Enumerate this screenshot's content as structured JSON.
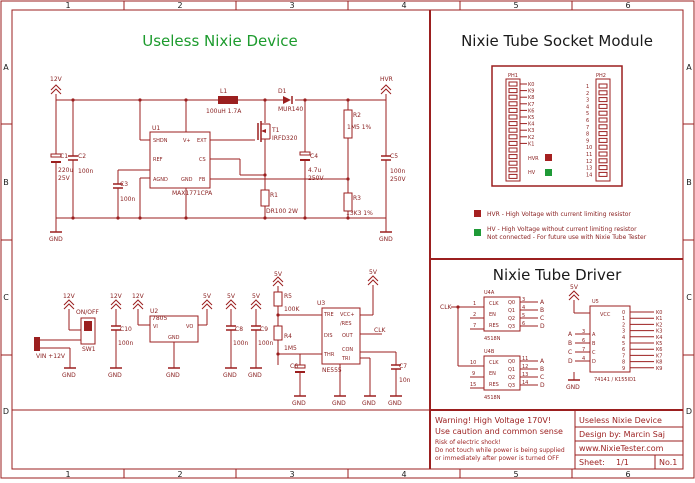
{
  "titles": {
    "main": "Useless Nixie Device",
    "socket": "Nixie Tube Socket Module",
    "driver": "Nixie Tube Driver"
  },
  "frame": {
    "cols": [
      "1",
      "2",
      "3",
      "4",
      "5",
      "6"
    ],
    "rows": [
      "A",
      "B",
      "C",
      "D"
    ]
  },
  "power": {
    "rail_12v": "12V",
    "rail_hvr": "HVR",
    "rail_5v": "5V",
    "gnd": "GND"
  },
  "boost": {
    "l1": "L1",
    "l1_val": "100uH 1.7A",
    "d1": "D1",
    "d1_val": "MUR140",
    "t1": "T1",
    "t1_val": "IRFD320",
    "u1": "U1",
    "u1_part": "MAX1771CPA",
    "u1_pins": [
      "SHDN",
      "REF",
      "AGND",
      "EXT",
      "CS",
      "FB",
      "V+",
      "GND"
    ],
    "c1": "C1",
    "c1_val1": "220u",
    "c1_val2": "25V",
    "c2": "C2",
    "c2_val": "100n",
    "c3": "C3",
    "c3_val": "100n",
    "c4": "C4",
    "c4_val1": "4.7u",
    "c4_val2": "250V",
    "c5": "C5",
    "c5_val1": "100n",
    "c5_val2": "250V",
    "r1": "R1",
    "r1_val": "DR100 2W",
    "r2": "R2",
    "r2_val": "1M5 1%",
    "r3": "R3",
    "r3_val": "13K3 1%"
  },
  "lower": {
    "switch_label": "ON/OFF",
    "sw1": "SW1",
    "vin": "VIN +12V",
    "c10": "C10",
    "c10_val": "100n",
    "u2": "U2",
    "u2_part": "7805",
    "u2_vi": "VI",
    "u2_vo": "VO",
    "u2_gnd": "GND",
    "c8": "C8",
    "c8_val": "100n",
    "c9": "C9",
    "c9_val": "100n",
    "r5": "R5",
    "r5_val": "100K",
    "r4": "R4",
    "r4_val": "1M5",
    "c6": "C6",
    "u3": "U3",
    "u3_part": "NE555",
    "u3_pins": [
      "TRE",
      "VCC+",
      "/RES",
      "DIS",
      "OUT",
      "THR",
      "CON",
      "TRI"
    ],
    "clk": "CLK",
    "c7": "C7",
    "c7_val": "10n"
  },
  "socket": {
    "ph1": "PH1",
    "ph2": "PH2",
    "pins_left": [
      "K0",
      "K9",
      "K8",
      "K7",
      "K6",
      "K5",
      "K4",
      "K3",
      "K2",
      "K1",
      "",
      "HVR",
      "",
      "HV",
      ""
    ],
    "pins_right": [
      "1",
      "2",
      "3",
      "4",
      "5",
      "6",
      "7",
      "8",
      "9",
      "10",
      "11",
      "12",
      "13",
      "14"
    ],
    "legend_hvr": "HVR - High Voltage with current limiting resistor",
    "legend_hv1": "HV - High Voltage without current limiting resistor",
    "legend_hv2": "Not connected - For future use with Nixie Tube Tester"
  },
  "driver": {
    "clk": "CLK",
    "u4a": "U4A",
    "u4b": "U4B",
    "part_4518": "4518N",
    "u4a_left": [
      "CLK",
      "EN",
      "RES"
    ],
    "u4a_left_nums": [
      "1",
      "2",
      "7"
    ],
    "u4b_left_nums": [
      "10",
      "9",
      "15"
    ],
    "u4_right": [
      "Q0",
      "Q1",
      "Q2",
      "Q3"
    ],
    "u4a_right_nums": [
      "3",
      "4",
      "5",
      "6"
    ],
    "u4b_right_nums": [
      "11",
      "12",
      "13",
      "14"
    ],
    "abcd": [
      "A",
      "B",
      "C",
      "D"
    ],
    "u5": "U5",
    "u5_part": "74141 / K155ID1",
    "u5_vcc": "VCC",
    "u5_in_pins": [
      "A",
      "B",
      "C",
      "D"
    ],
    "u5_in_nums": [
      "3",
      "6",
      "7",
      "4"
    ],
    "u5_out_nums": [
      "0",
      "1",
      "2",
      "3",
      "4",
      "5",
      "6",
      "7",
      "8",
      "9"
    ],
    "k_labels": [
      "K0",
      "K1",
      "K2",
      "K3",
      "K4",
      "K5",
      "K6",
      "K7",
      "K8",
      "K9"
    ],
    "vcc_5v": "5V"
  },
  "warning": {
    "l1": "Warning! High Voltage 170V!",
    "l2": "Use caution and common sense",
    "l3": "Risk of electric shock!",
    "l4": "Do not touch while power is being supplied",
    "l5": "or immediately after power is turned OFF"
  },
  "titleblock": {
    "name": "Useless Nixie Device",
    "design": "Design by: Marcin Saj",
    "url": "www.NixieTester.com",
    "sheet_label": "Sheet:",
    "sheet_val": "1/1",
    "no": "No.1"
  },
  "colors": {
    "line": "#9b1f1f",
    "title": "#1d9b2e",
    "hvr_marker": "#a52020",
    "hv_marker": "#1f9a37"
  }
}
